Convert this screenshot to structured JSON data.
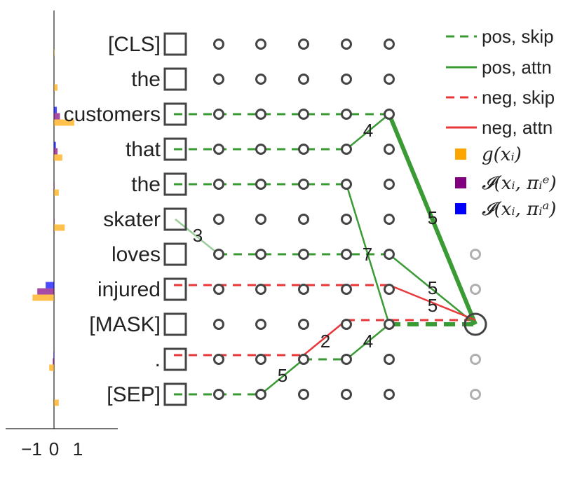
{
  "tokens": [
    "[CLS]",
    "the",
    "customers",
    "that",
    "the",
    "skater",
    "loves",
    "injured",
    "[MASK]",
    ".",
    "[SEP]"
  ],
  "bar_axis": {
    "ticks": [
      "−1",
      "0",
      "1"
    ],
    "tick_values": [
      -1,
      0,
      1
    ]
  },
  "bars": [
    {
      "token": "[CLS]",
      "g": 0.02,
      "ie": 0.0,
      "ia": 0.0
    },
    {
      "token": "the",
      "g": 0.15,
      "ie": 0.0,
      "ia": 0.0
    },
    {
      "token": "customers",
      "g": 0.85,
      "ie": 0.25,
      "ia": 0.12
    },
    {
      "token": "that",
      "g": 0.35,
      "ie": 0.15,
      "ia": 0.08
    },
    {
      "token": "the",
      "g": 0.2,
      "ie": 0.02,
      "ia": 0.0
    },
    {
      "token": "skater",
      "g": 0.45,
      "ie": 0.02,
      "ia": 0.0
    },
    {
      "token": "loves",
      "g": 0.0,
      "ie": 0.0,
      "ia": 0.0
    },
    {
      "token": "injured",
      "g": -0.9,
      "ie": -0.7,
      "ia": -0.35
    },
    {
      "token": "[MASK]",
      "g": 0.0,
      "ie": 0.0,
      "ia": 0.0
    },
    {
      "token": ".",
      "g": -0.2,
      "ie": -0.05,
      "ia": -0.02
    },
    {
      "token": "[SEP]",
      "g": 0.2,
      "ie": 0.0,
      "ia": 0.0
    }
  ],
  "legend": {
    "pos_skip": "pos, skip",
    "pos_attn": "pos, attn",
    "neg_skip": "neg, skip",
    "neg_attn": "neg, attn",
    "g": "g(xᵢ)",
    "ie": "𝓘(xᵢ, πᵢᵉ)",
    "ia": "𝓘(xᵢ, πᵢᵃ)"
  },
  "edge_labels": [
    "4",
    "3",
    "5",
    "7",
    "5",
    "5",
    "2",
    "4",
    "5"
  ],
  "colors": {
    "pos": "#3a9a34",
    "neg": "#e8383b",
    "g": "#ffa500",
    "ie": "#800080",
    "ia": "#0000ff",
    "node": "#444444",
    "node_faded": "#b0b0b0"
  }
}
